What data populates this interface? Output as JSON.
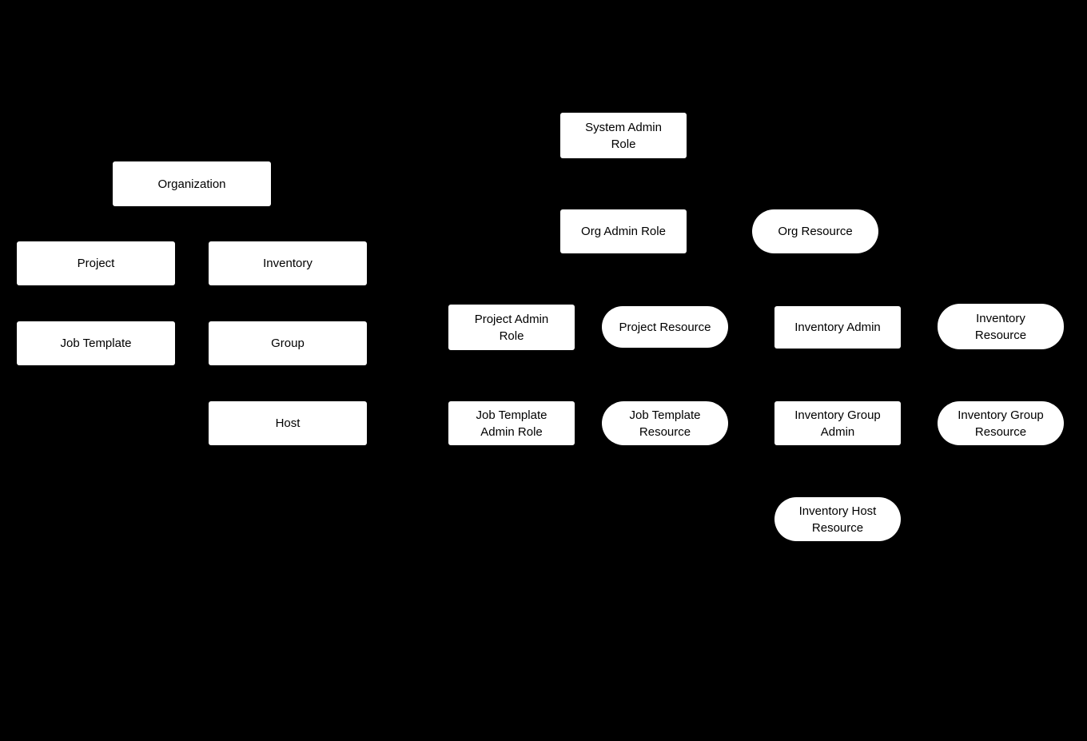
{
  "diagram": {
    "type": "box-diagram",
    "colors": {
      "background": "#000000",
      "node_fill": "#ffffff",
      "node_text": "#000000"
    }
  },
  "nodes": [
    {
      "id": "organization",
      "label": "Organization",
      "shape": "rectangle"
    },
    {
      "id": "project",
      "label": "Project",
      "shape": "rectangle"
    },
    {
      "id": "inventory",
      "label": "Inventory",
      "shape": "rectangle"
    },
    {
      "id": "job-template",
      "label": "Job Template",
      "shape": "rectangle"
    },
    {
      "id": "group",
      "label": "Group",
      "shape": "rectangle"
    },
    {
      "id": "host",
      "label": "Host",
      "shape": "rectangle"
    },
    {
      "id": "system-admin-role",
      "label": "System Admin Role",
      "shape": "rectangle"
    },
    {
      "id": "org-admin-role",
      "label": "Org Admin Role",
      "shape": "rectangle"
    },
    {
      "id": "org-resource",
      "label": "Org Resource",
      "shape": "rounded"
    },
    {
      "id": "project-admin-role",
      "label": "Project Admin Role",
      "shape": "rectangle"
    },
    {
      "id": "project-resource",
      "label": "Project Resource",
      "shape": "rounded"
    },
    {
      "id": "inventory-admin",
      "label": "Inventory Admin",
      "shape": "rectangle"
    },
    {
      "id": "inventory-resource",
      "label": "Inventory Resource",
      "shape": "rounded"
    },
    {
      "id": "job-template-admin-role",
      "label": "Job Template Admin Role",
      "shape": "rectangle"
    },
    {
      "id": "job-template-resource",
      "label": "Job Template Resource",
      "shape": "rounded"
    },
    {
      "id": "inventory-group-admin",
      "label": "Inventory Group Admin",
      "shape": "rectangle"
    },
    {
      "id": "inventory-group-resource",
      "label": "Inventory Group Resource",
      "shape": "rounded"
    },
    {
      "id": "inventory-host-resource",
      "label": "Inventory Host Resource",
      "shape": "rounded"
    }
  ]
}
